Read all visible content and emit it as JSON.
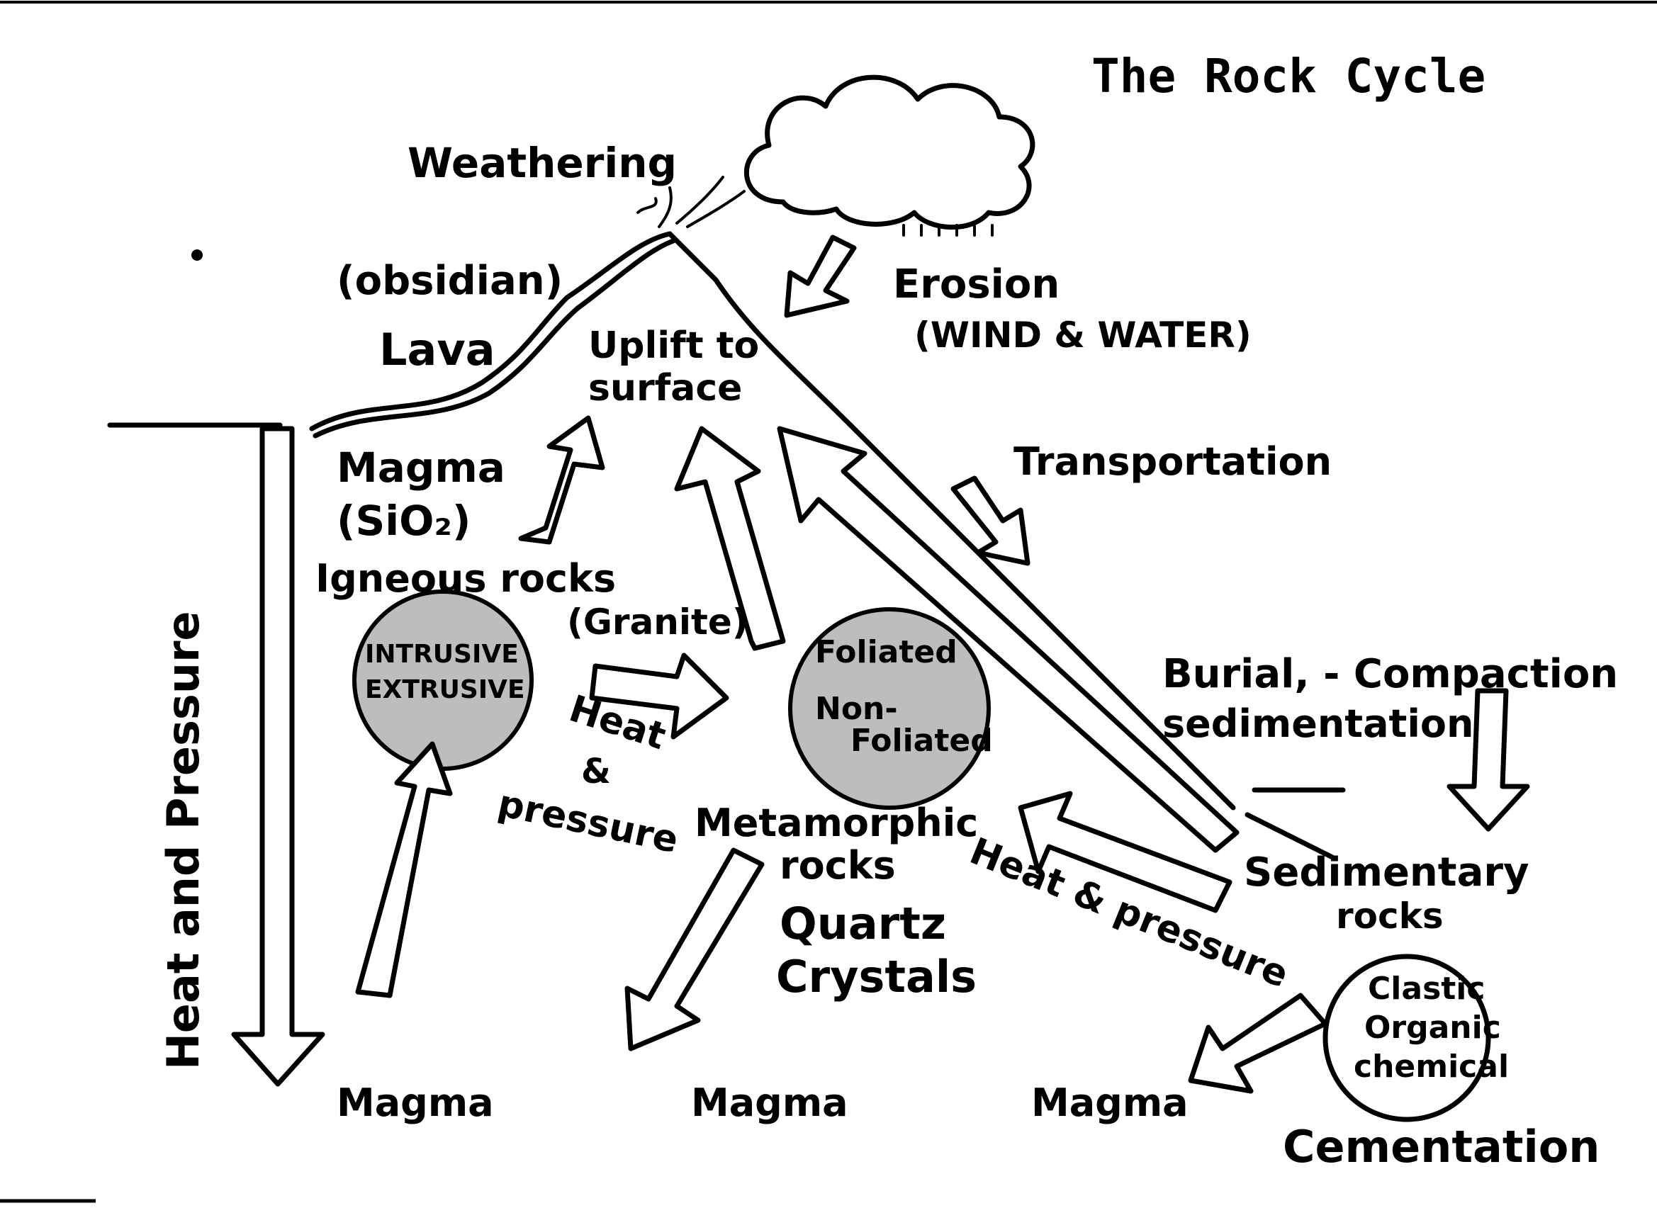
{
  "title": "The Rock Cycle",
  "labels": {
    "weathering": "Weathering",
    "obsidian": "(obsidian)",
    "lava": "Lava",
    "uplift_1": "Uplift to",
    "uplift_2": "surface",
    "erosion": "Erosion",
    "erosion_agents": "(WIND & WATER)",
    "transportation": "Transportation",
    "magma_sio2_1": "Magma",
    "magma_sio2_2": "(SiO₂)",
    "igneous_rocks": "Igneous rocks",
    "granite": "(Granite)",
    "intrusive": "INTRUSIVE",
    "extrusive": "EXTRUSIVE",
    "heat_pressure_vertical": "Heat and Pressure",
    "heat_1": "Heat",
    "heat_amp": "&",
    "heat_pressure_word": "pressure",
    "metamorphic_1": "Metamorphic",
    "metamorphic_2": "rocks",
    "quartz_1": "Quartz",
    "quartz_2": "Crystals",
    "foliated": "Foliated",
    "non_foliated_1": "Non-",
    "non_foliated_2": "Foliated",
    "burial": "Burial, - Compaction",
    "sedimentation": "sedimentation",
    "sedimentary_1": "Sedimentary",
    "sedimentary_2": "rocks",
    "heat_and_pressure_diag": "Heat & pressure",
    "clastic": "Clastic",
    "organic": "Organic",
    "chemical": "chemical",
    "cementation": "Cementation",
    "magma_bottom_1": "Magma",
    "magma_bottom_2": "Magma",
    "magma_bottom_3": "Magma"
  },
  "icons": [
    "cloud-icon",
    "rain-icon",
    "volcano-icon"
  ]
}
